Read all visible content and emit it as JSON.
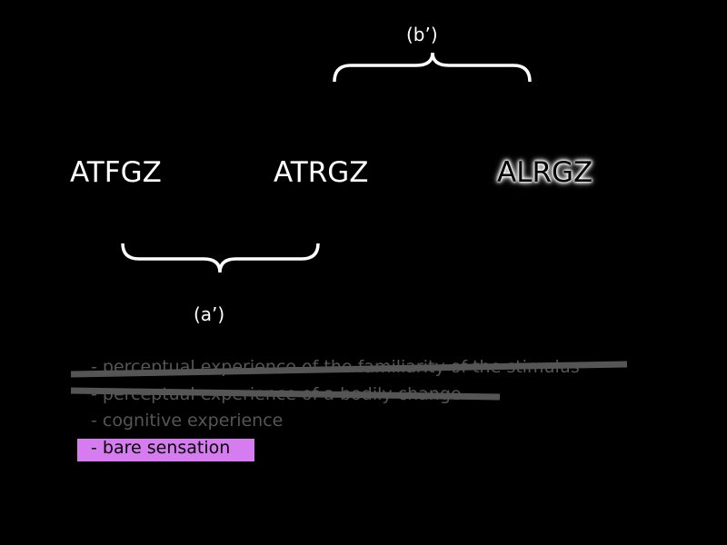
{
  "words": [
    "ATFGZ",
    "ATRGZ",
    "ALRGZ"
  ],
  "brace_labels": {
    "b": "(b’)",
    "a": "(a’)"
  },
  "list": [
    {
      "text": "- perceptual experience of the familiarity of the stimulus",
      "struck": true
    },
    {
      "text": "- perceptual experience of a bodily change",
      "struck": true
    },
    {
      "text": "- cognitive experience",
      "struck": false
    },
    {
      "text": "- bare sensation",
      "struck": false,
      "highlighted": true
    }
  ],
  "colors": {
    "background": "#000000",
    "highlight": "#d67cf0",
    "strike": "#555555",
    "item_text": "#555555"
  }
}
